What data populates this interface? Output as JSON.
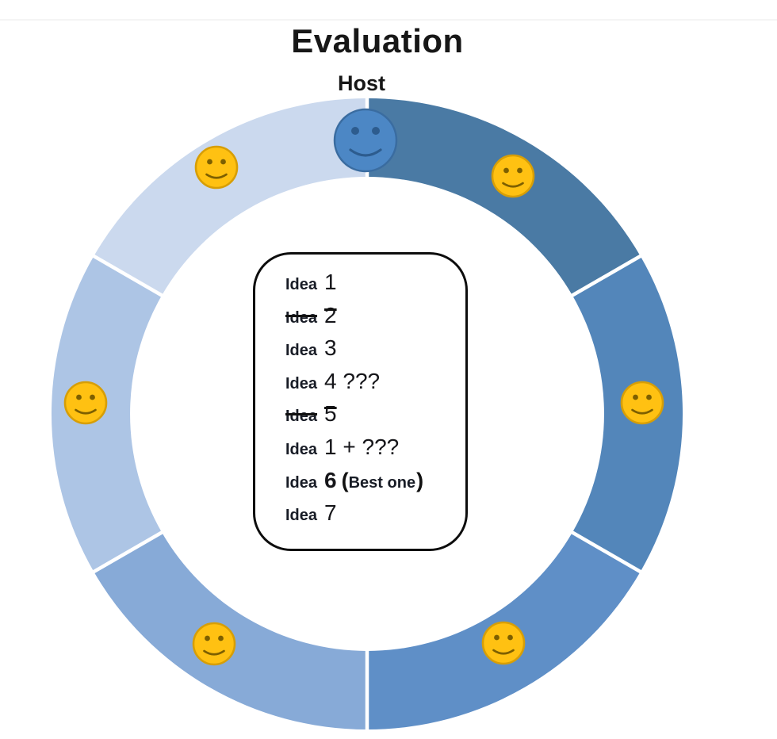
{
  "title": "Evaluation",
  "host_label": "Host",
  "ideas_panel": {
    "rows": [
      {
        "label": "Idea",
        "rest": "1",
        "struck": false
      },
      {
        "label": "Idea",
        "rest": "2",
        "struck": true
      },
      {
        "label": "Idea",
        "rest": "3",
        "struck": false
      },
      {
        "label": "Idea",
        "rest": "4 ???",
        "struck": false
      },
      {
        "label": "Idea",
        "rest": "5",
        "struck": true
      },
      {
        "label": "Idea",
        "rest": "1 + ???",
        "struck": false
      },
      {
        "label": "Idea",
        "rest": "6",
        "open_paren": "(",
        "annotation": "Best one",
        "close_paren": ")",
        "struck": false
      },
      {
        "label": "Idea",
        "rest": "7",
        "struck": false
      }
    ]
  },
  "ring": {
    "divider_color": "#ffffff",
    "segments": [
      {
        "name": "top-right",
        "color": "#4A7AA4"
      },
      {
        "name": "right",
        "color": "#5386BA"
      },
      {
        "name": "bottom-right",
        "color": "#5F8FC7"
      },
      {
        "name": "bottom-left",
        "color": "#87AAD7"
      },
      {
        "name": "left",
        "color": "#ADC5E5"
      },
      {
        "name": "top-left",
        "color": "#CBD9EE"
      }
    ]
  },
  "icons": {
    "host_face": {
      "name": "host-smiley-icon",
      "fill": "#4C87C5",
      "stroke": "#3A6CA0",
      "features": "#2D5C8E"
    },
    "participant": {
      "name": "smiley-icon",
      "fill": "#FFC112",
      "stroke": "#D79E06",
      "features": "#7D5F00"
    }
  }
}
